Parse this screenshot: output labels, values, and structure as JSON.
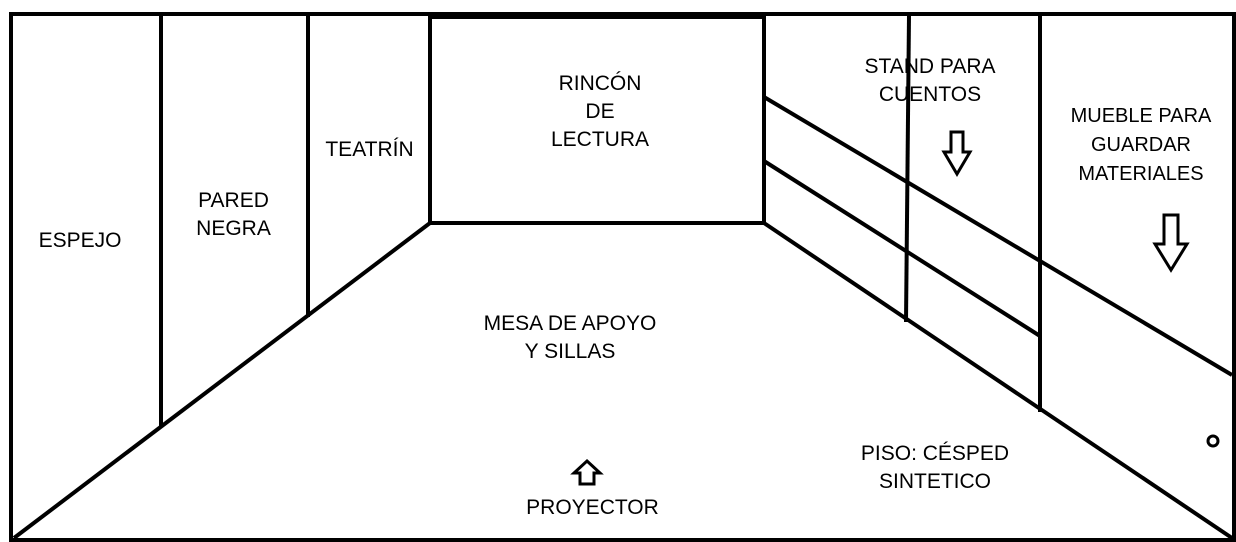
{
  "room": {
    "left_wall": {
      "espejo": [
        "ESPEJO"
      ],
      "pared_negra": [
        "PARED",
        "NEGRA"
      ],
      "teatrin": [
        "TEATRÍN"
      ]
    },
    "back_wall": {
      "rincon": [
        "RINCÓN",
        "DE",
        "LECTURA"
      ]
    },
    "right_wall": {
      "stand": [
        "STAND PARA",
        "CUENTOS"
      ],
      "mueble": [
        "MUEBLE PARA",
        "GUARDAR",
        "MATERIALES"
      ]
    },
    "floor": {
      "mesa": [
        "MESA DE APOYO",
        "Y SILLAS"
      ],
      "proyector": [
        "PROYECTOR"
      ],
      "piso": [
        "PISO: CÉSPED",
        "SINTETICO"
      ]
    },
    "icons": {
      "stand_arrow": "arrow-down-icon",
      "mueble_arrow": "arrow-down-icon",
      "proyector_arrow": "arrow-up-icon",
      "outlet": "circle-icon"
    },
    "colors": {
      "line": "#000000",
      "background": "#ffffff"
    }
  }
}
